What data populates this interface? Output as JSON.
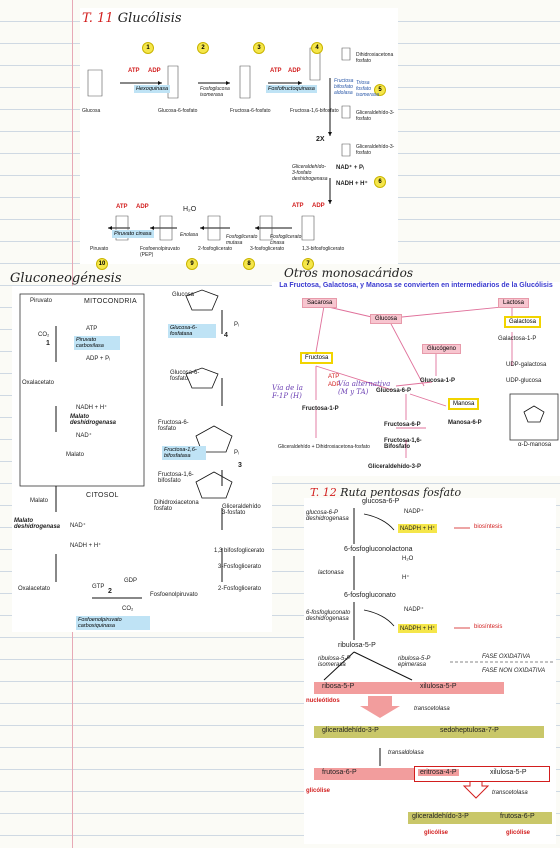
{
  "glucolisis": {
    "title_prefix": "T. 11",
    "title": "Glucólisis",
    "step_numbers": [
      "1",
      "2",
      "3",
      "4",
      "5",
      "6",
      "7",
      "8",
      "9",
      "10"
    ],
    "atp": "ATP",
    "adp": "ADP",
    "enzymes": {
      "hexoquinasa": "Hexoquinasa",
      "fosfoglucosa_isomerasa": "Fosfoglucosa isomerasa",
      "fosfofructoquinasa": "Fosfofructoquinasa",
      "fructosa_bifosfato_aldolasa": "Fructosa bifosfato aldolasa",
      "triosa_fosfato_isomerasa": "Triosa fosfato isomerasa",
      "gliceraldehido_deshidrogenasa": "Gliceraldehído-3-fosfato deshidrogenasa",
      "fosfoglicerato_quinasa": "Fosfoglicerato cinasa",
      "fosfoglicerato_mutasa": "Fosfoglicerato mutasa",
      "enolasa": "Enolasa",
      "piruvato_quinasa": "Piruvato cinasa"
    },
    "metabolites": {
      "glucosa": "Glucosa",
      "glucosa_6_fosfato": "Glucosa-6-fosfato",
      "fructosa_6_fosfato": "Fructosa-6-fosfato",
      "fructosa_16_bifosfato": "Fructosa-1,6-bifosfato",
      "dihidroxiacetona": "Dihidroxiacetona fosfato",
      "gliceraldehido_3_fosfato": "Gliceraldehído-3-fosfato",
      "bifosfoglicerato": "1,3-bifosfoglicerato",
      "fosfoglicerato_3": "3-fosfoglicerato",
      "fosfoglicerato_2": "2-fosfoglicerato",
      "fosfoenolpiruvato": "Fosfoenolpiruvato (PEP)",
      "piruvato": "Piruvato"
    },
    "two_x": "2X",
    "nad": "NAD⁺ + Pᵢ",
    "nadh": "NADH + H⁺",
    "h2o": "H₂O"
  },
  "gluconeogenesis": {
    "title": "Gluconeogénesis",
    "mitocondria": "MITOCONDRIA",
    "citosol": "CITOSOL",
    "step_labels": [
      "1",
      "2",
      "3",
      "4"
    ],
    "left": {
      "piruvato": "Piruvato",
      "co2": "CO₂",
      "atp": "ATP",
      "adp_pi": "ADP + Pᵢ",
      "piruvato_carboxilasa": "Piruvato carboxilasa",
      "oxalacetato": "Oxalacetato",
      "nadh": "NADH + H⁺",
      "malato_dh": "Malato deshidrogenasa",
      "nad": "NAD⁺",
      "malato": "Malato",
      "malato_dh2": "Malato deshidrogenasa",
      "nad2": "NAD⁺",
      "nadh2": "NADH + H⁺",
      "oxalacetato2": "Oxalacetato",
      "gtp": "GTP",
      "gdp": "GDP",
      "co2b": "CO₂",
      "pepck": "Fosfoenolpiruvato carboxiquinasa",
      "fosfoenolpiruvato": "Fosfoenolpiruvato"
    },
    "right": {
      "glucosa": "Glucosa",
      "glucosa6fosfatasa": "Glucosa-6-fosfatasa",
      "pi": "Pᵢ",
      "glucosa6p": "Glucosa-6-fosfato",
      "fructosa6p": "Fructosa-6-fosfato",
      "fructosa16bp": "Fructosa-1,6-bifosfatasa",
      "pi2": "Pᵢ",
      "fructosa16": "Fructosa-1,6-bifosfato",
      "dihidroxiacetona": "Dihidroxiacetona fosfato",
      "gliceraldehido": "Gliceraldehído 3-fosfato",
      "bifosfoglicerato": "1,3 bifosfoglicerato",
      "fosfoglicerato3": "3-Fosfoglicerato",
      "fosfoglicerato2": "2-Fosfoglicerato"
    }
  },
  "otros": {
    "title": "Otros monosacáridos",
    "subtitle": "La Fructosa, Galactosa, y Manosa se convierten en intermediarios de la Glucólisis",
    "sacarosa": "Sacarosa",
    "lactosa": "Lactosa",
    "glucosa": "Glucosa",
    "fructosa": "Fructosa",
    "galactosa": "Galactosa",
    "galactosa1p": "Galactosa-1-P",
    "udp_galactosa": "UDP-galactosa",
    "udp_glucosa": "UDP-glucosa",
    "glucogeno": "Glucógeno",
    "glucosa1p": "Glucosa-1-P",
    "glucosa6p": "Glucosa-6-P",
    "fructosa6p": "Fructosa-6-P",
    "fructosa1p": "Fructosa-1-P",
    "manosa": "Manosa",
    "manosa6p": "Manosa-6-P",
    "fructosa16": "Fructosa-1,6-Bifosfato",
    "dihidroxi": "Gliceraldehído + Dihidroxiacetona-fosfato",
    "g3p": "Gliceraldehído-3-P",
    "via1": "Vía de la F-1P (H)",
    "via2": "Vía alternativa (M y TA)",
    "atp": "ATP",
    "adp": "ADP",
    "alfa_manosa": "α-D-manosa"
  },
  "pentosas": {
    "title_prefix": "T. 12",
    "title": "Ruta pentosas fosfato",
    "glucosa6p": "glucosa-6-P",
    "g6p_dh": "glucosa-6-P deshidrogenasa",
    "nadp": "NADP⁺",
    "nadph": "NADPH + H⁺",
    "biosintesis": "biosíntesis",
    "fosfogluconolactona": "6-fosfogluconolactona",
    "h2o": "H₂O",
    "lactonasa": "lactonasa",
    "hplus": "H⁺",
    "fosfogluconato": "6-fosfogluconato",
    "fg_dh": "6-fosfogluconato deshidrogenasa",
    "nadp2": "NADP⁺",
    "nadph2": "NADPH + H⁺",
    "biosintesis2": "biosíntesis",
    "ribulosa": "ribulosa-5-P",
    "r_isomerasa": "ribulosa-5-P isomerasa",
    "r_epimerasa": "ribulosa-5-P epimerasa",
    "fase_ox": "FASE OXIDATIVA",
    "fase_nonox": "FASE NON OXIDATIVA",
    "ribosa": "ribosa-5-P",
    "xilulosa": "xilulosa-5-P",
    "nucleotidos": "nucleótidos",
    "transcetolasa": "transcetolasa",
    "gliceraldehido": "gliceraldehído-3-P",
    "sedoheptulosa": "sedoheptulosa-7-P",
    "transaldolasa": "transaldolasa",
    "fructosa6p": "frutosa-6-P",
    "eritrosa": "eritrosa-4-P",
    "xilulosa2": "xilulosa-5-P",
    "glicolise": "glicólise",
    "transcetolasa2": "transcetolasa",
    "gliceraldehido2": "gliceraldehído-3-P",
    "frutosa6p2": "frutosa-6-P",
    "glicolise2": "glicólise",
    "glicolise3": "glicólise"
  },
  "colors": {
    "accent_red": "#d21e1e",
    "pink": "#f29d9d",
    "olive": "#c9c769",
    "highlight_yellow": "#f5e64a",
    "enzyme_blue": "#bfe3f5",
    "paper_line": "#cfd9e3"
  }
}
